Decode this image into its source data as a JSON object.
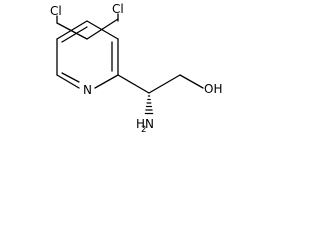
{
  "molecule": {
    "atoms": {
      "cl_top": "Cl",
      "cl_left": "Cl",
      "nitrogen": "N",
      "hydroxyl": "OH",
      "amine_h": "H",
      "amine_n": "N",
      "amine_sub": "2"
    }
  }
}
